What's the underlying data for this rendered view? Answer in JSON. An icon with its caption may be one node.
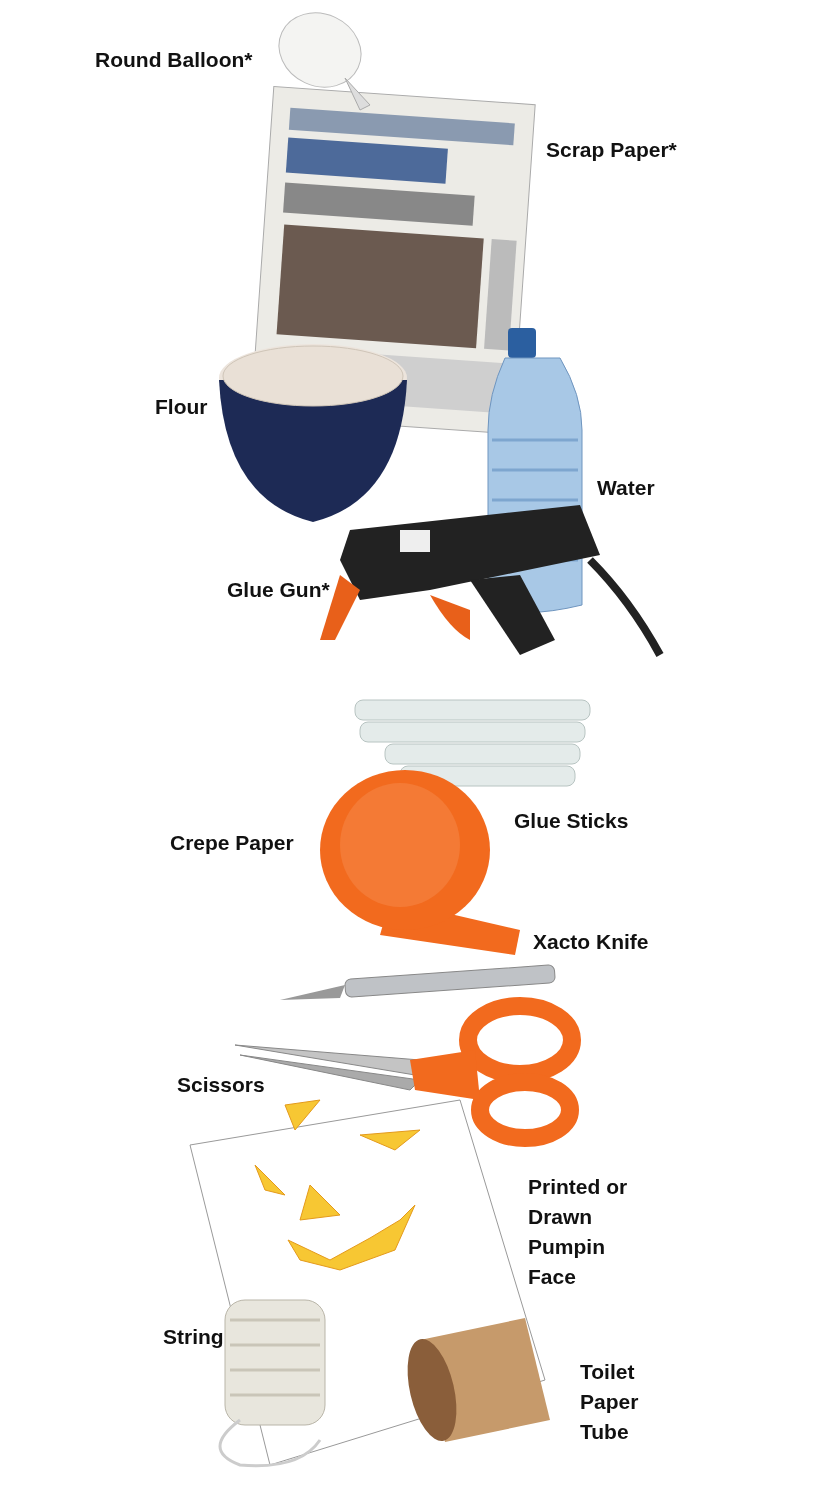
{
  "diagram": {
    "labels": [
      "Round Balloon*",
      "Scrap Paper*",
      "Flour",
      "Water",
      "Glue Gun*",
      "Glue Sticks",
      "Crepe Paper",
      "Xacto Knife",
      "Scissors",
      "Printed or Drawn Pumpin Face",
      "String",
      "Toilet Paper Tube"
    ]
  }
}
